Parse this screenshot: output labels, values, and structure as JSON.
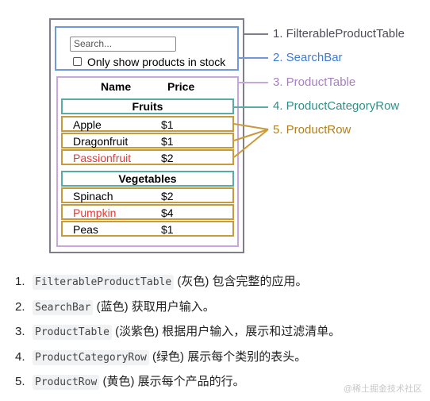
{
  "colors": {
    "filterable": "#7f7f8c",
    "searchbar": "#6f99d9",
    "producttable": "#c9a7dc",
    "category_row": "#59aca6",
    "product_row": "#c99a3a",
    "out_of_stock_text": "#e53935"
  },
  "search": {
    "placeholder": "Search..."
  },
  "stock_checkbox": {
    "label": "Only show products in stock",
    "checked": false
  },
  "table": {
    "headers": {
      "name": "Name",
      "price": "Price"
    },
    "categories": [
      {
        "name": "Fruits",
        "rows": [
          {
            "name": "Apple",
            "price": "$1",
            "stocked": true
          },
          {
            "name": "Dragonfruit",
            "price": "$1",
            "stocked": true
          },
          {
            "name": "Passionfruit",
            "price": "$2",
            "stocked": false
          }
        ]
      },
      {
        "name": "Vegetables",
        "rows": [
          {
            "name": "Spinach",
            "price": "$2",
            "stocked": true
          },
          {
            "name": "Pumpkin",
            "price": "$4",
            "stocked": false
          },
          {
            "name": "Peas",
            "price": "$1",
            "stocked": true
          }
        ]
      }
    ]
  },
  "labels": [
    "1. FilterableProductTable",
    "2. SearchBar",
    "3. ProductTable",
    "4. ProductCategoryRow",
    "5. ProductRow"
  ],
  "descriptions": [
    {
      "num": "1.",
      "code": "FilterableProductTable",
      "text": " (灰色) 包含完整的应用。"
    },
    {
      "num": "2.",
      "code": "SearchBar",
      "text": " (蓝色) 获取用户输入。"
    },
    {
      "num": "3.",
      "code": "ProductTable",
      "text": " (淡紫色) 根据用户输入，展示和过滤清单。"
    },
    {
      "num": "4.",
      "code": "ProductCategoryRow",
      "text": " (绿色) 展示每个类别的表头。"
    },
    {
      "num": "5.",
      "code": "ProductRow",
      "text": " (黄色) 展示每个产品的行。"
    }
  ],
  "watermark": "@稀土掘金技术社区"
}
